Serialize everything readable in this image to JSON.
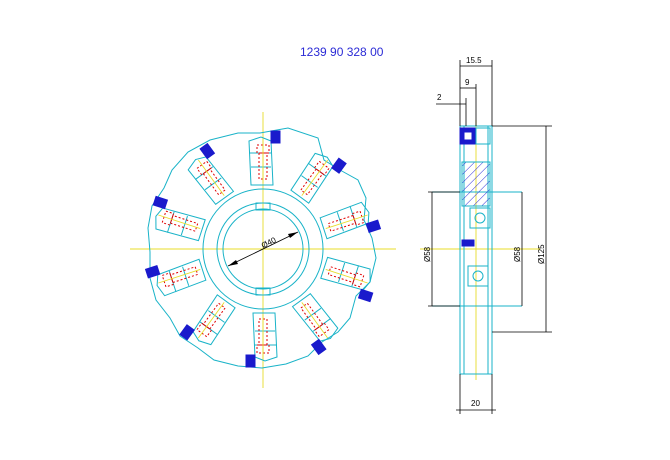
{
  "drawing": {
    "part_number": "1239 90 328 00",
    "dimensions": {
      "bore": "Ø40",
      "width_total": "15.5",
      "offset_9": "9",
      "offset_2": "2",
      "hub_left": "Ø58",
      "hub_right": "Ø58",
      "outer": "Ø125",
      "thickness": "20"
    },
    "colors": {
      "outline": "#19b3c8",
      "hidden": "#e00000",
      "center": "#e8dc2a",
      "insert": "#1a1acc",
      "title": "#2b2bd6",
      "dimension": "#000000"
    }
  }
}
